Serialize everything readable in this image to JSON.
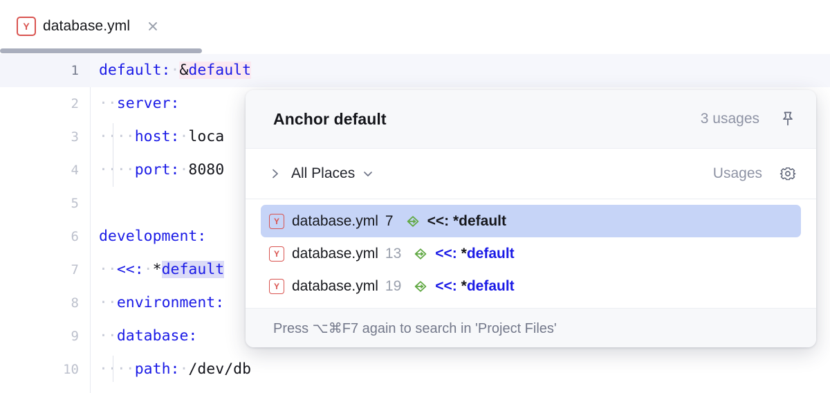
{
  "tab": {
    "filetype_icon": "yml-file-icon",
    "filetype_letter": "Y",
    "title": "database.yml",
    "close_icon": "close-icon"
  },
  "editor": {
    "lines": [
      {
        "num": "1",
        "tokens": [
          {
            "t": "default:",
            "c": "k"
          },
          {
            "t": "·",
            "c": "ws"
          },
          {
            "t": "&",
            "c": "pl",
            "bg": "anchor"
          },
          {
            "t": "default",
            "c": "k",
            "bg": "anchor"
          }
        ]
      },
      {
        "num": "2",
        "tokens": [
          {
            "t": "··",
            "c": "ws"
          },
          {
            "t": "server:",
            "c": "k"
          }
        ]
      },
      {
        "num": "3",
        "tokens": [
          {
            "t": "··",
            "c": "ws"
          },
          {
            "t": "··",
            "c": "ws"
          },
          {
            "t": "host:",
            "c": "k"
          },
          {
            "t": "·",
            "c": "ws"
          },
          {
            "t": "loca",
            "c": "pl"
          }
        ]
      },
      {
        "num": "4",
        "tokens": [
          {
            "t": "··",
            "c": "ws"
          },
          {
            "t": "··",
            "c": "ws"
          },
          {
            "t": "port:",
            "c": "k"
          },
          {
            "t": "·",
            "c": "ws"
          },
          {
            "t": "8080",
            "c": "pl"
          }
        ]
      },
      {
        "num": "5",
        "tokens": []
      },
      {
        "num": "6",
        "tokens": [
          {
            "t": "development:",
            "c": "k"
          }
        ]
      },
      {
        "num": "7",
        "tokens": [
          {
            "t": "··",
            "c": "ws"
          },
          {
            "t": "<<:",
            "c": "k"
          },
          {
            "t": "·",
            "c": "ws"
          },
          {
            "t": "*",
            "c": "pl"
          },
          {
            "t": "default",
            "c": "k",
            "bg": "alias"
          }
        ]
      },
      {
        "num": "8",
        "tokens": [
          {
            "t": "··",
            "c": "ws"
          },
          {
            "t": "environment:",
            "c": "k"
          }
        ]
      },
      {
        "num": "9",
        "tokens": [
          {
            "t": "··",
            "c": "ws"
          },
          {
            "t": "database:",
            "c": "k"
          }
        ]
      },
      {
        "num": "10",
        "tokens": [
          {
            "t": "··",
            "c": "ws"
          },
          {
            "t": "··",
            "c": "ws"
          },
          {
            "t": "path:",
            "c": "k"
          },
          {
            "t": "·",
            "c": "ws"
          },
          {
            "t": "/dev/db",
            "c": "pl"
          }
        ]
      }
    ],
    "current_line": "1",
    "horizontal_scrollbar": "h-scrollbar-thumb"
  },
  "popup": {
    "title": "Anchor default",
    "usages_count": "3 usages",
    "pin_icon": "pin-icon",
    "toolbar": {
      "expand_icon": "chevron-right-icon",
      "scope_label": "All Places",
      "scope_dropdown_icon": "chevron-down-icon",
      "right_label": "Usages",
      "settings_icon": "gear-icon"
    },
    "results": [
      {
        "file_icon": "yml-file-icon",
        "file_letter": "Y",
        "file": "database.yml",
        "line": "7",
        "access_icon": "read-write-access-icon",
        "code": [
          {
            "t": "<<:",
            "c": "cc"
          },
          {
            "t": " *",
            "c": "cs"
          },
          {
            "t": "default",
            "c": "cd"
          }
        ],
        "selected": true
      },
      {
        "file_icon": "yml-file-icon",
        "file_letter": "Y",
        "file": "database.yml",
        "line": "13",
        "access_icon": "read-write-access-icon",
        "code": [
          {
            "t": "<<:",
            "c": "cc"
          },
          {
            "t": " *",
            "c": "cs"
          },
          {
            "t": "default",
            "c": "cd"
          }
        ],
        "selected": false
      },
      {
        "file_icon": "yml-file-icon",
        "file_letter": "Y",
        "file": "database.yml",
        "line": "19",
        "access_icon": "read-write-access-icon",
        "code": [
          {
            "t": "<<:",
            "c": "cc"
          },
          {
            "t": " *",
            "c": "cs"
          },
          {
            "t": "default",
            "c": "cd"
          }
        ],
        "selected": false
      }
    ],
    "footer_text": "Press ⌥⌘F7 again to search in 'Project Files'"
  },
  "colors": {
    "accent_blue": "#1a1ae6",
    "selection_blue": "#c6d4f7",
    "anchor_pink": "#fbe9f1",
    "alias_lavender": "#dcdcf7",
    "yml_red": "#d9534f",
    "access_green": "#62a945",
    "muted": "#8e93a4"
  }
}
